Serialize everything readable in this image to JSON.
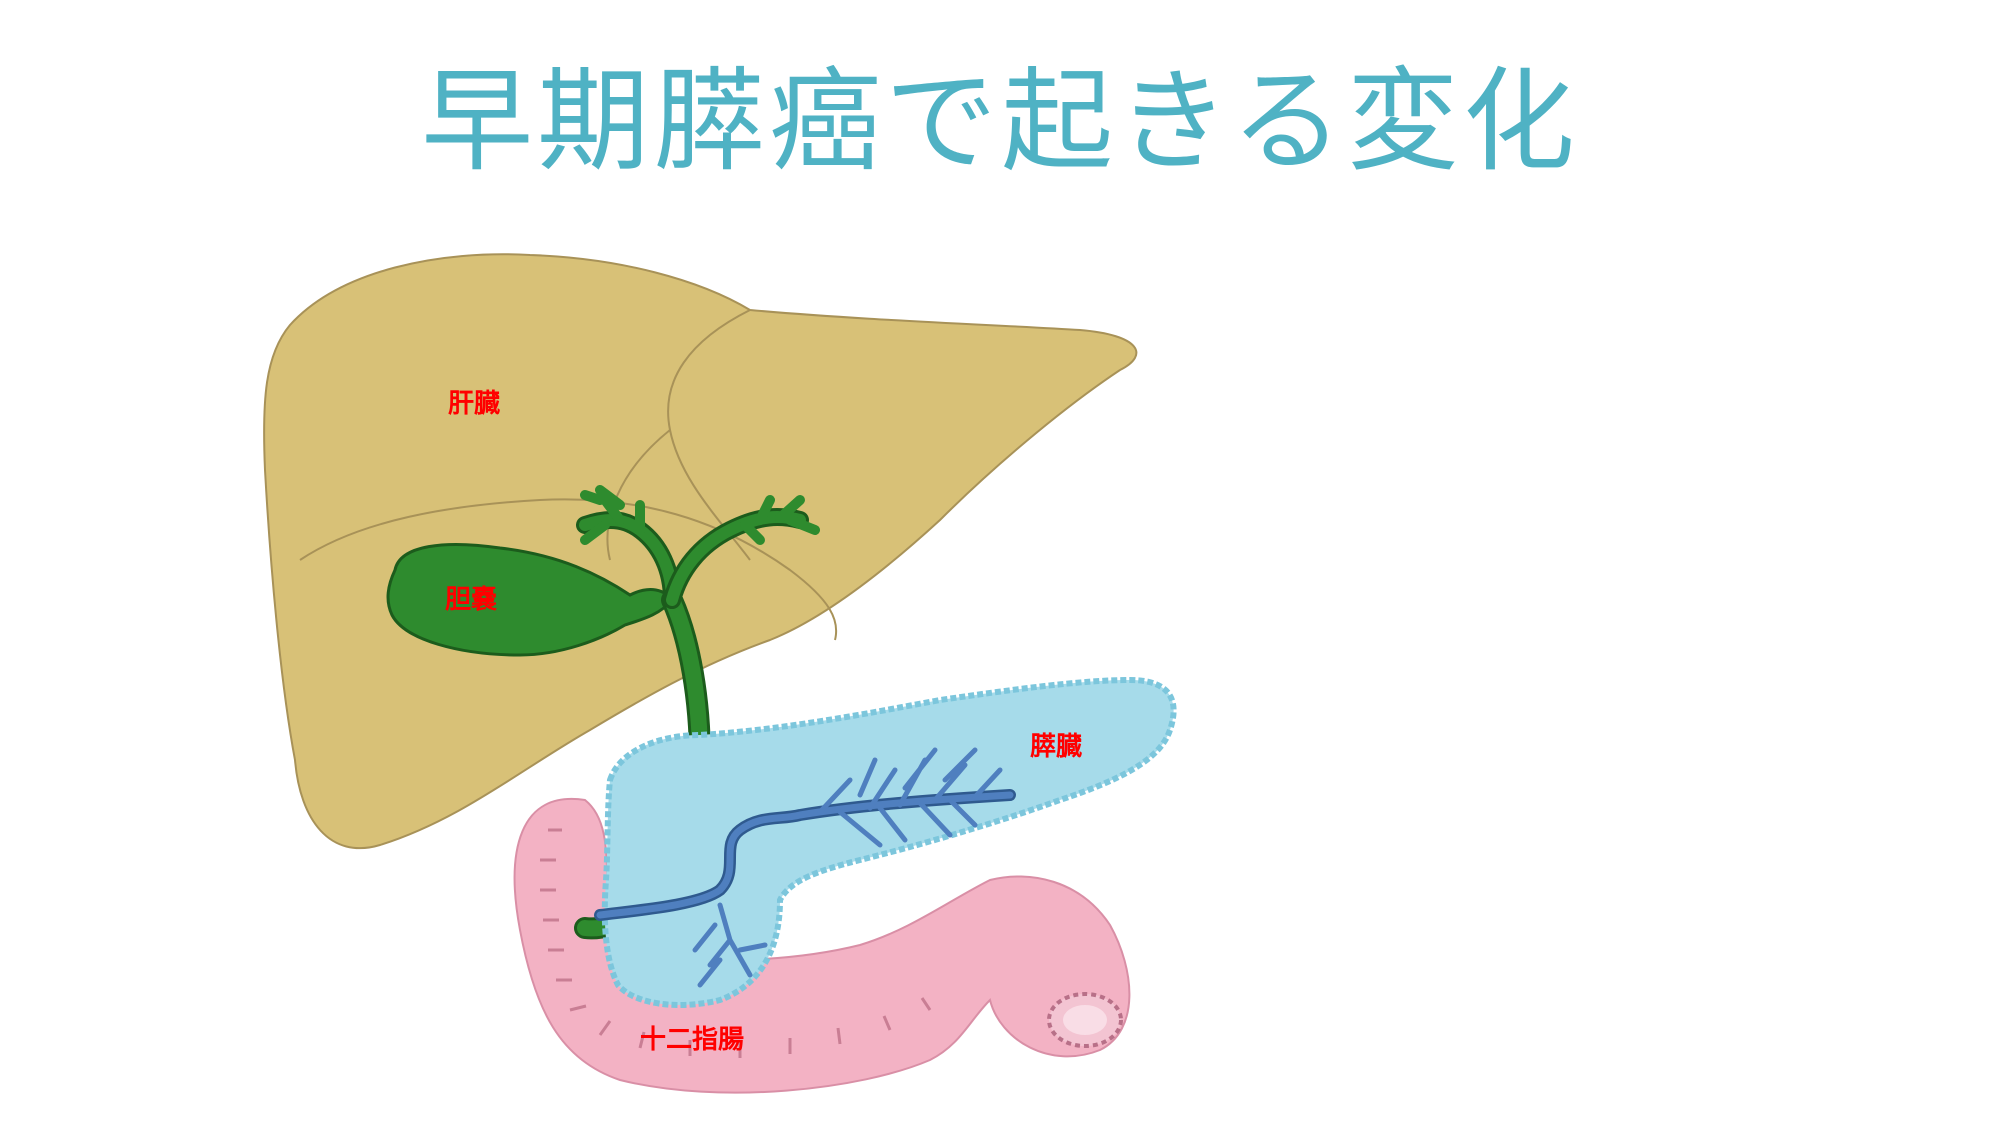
{
  "title": "早期膵癌で起きる変化",
  "labels": {
    "liver": "肝臓",
    "gallbladder": "胆嚢",
    "pancreas": "膵臓",
    "duodenum": "十二指腸"
  },
  "colors": {
    "title": "#4fb2c4",
    "liver_fill": "#d8c177",
    "gallbladder_fill": "#2e8b2e",
    "pancreas_fill": "#a6dbea",
    "pancreatic_duct": "#4f7fbf",
    "duodenum_fill": "#f3b2c4",
    "label_text": "#ff0000"
  }
}
